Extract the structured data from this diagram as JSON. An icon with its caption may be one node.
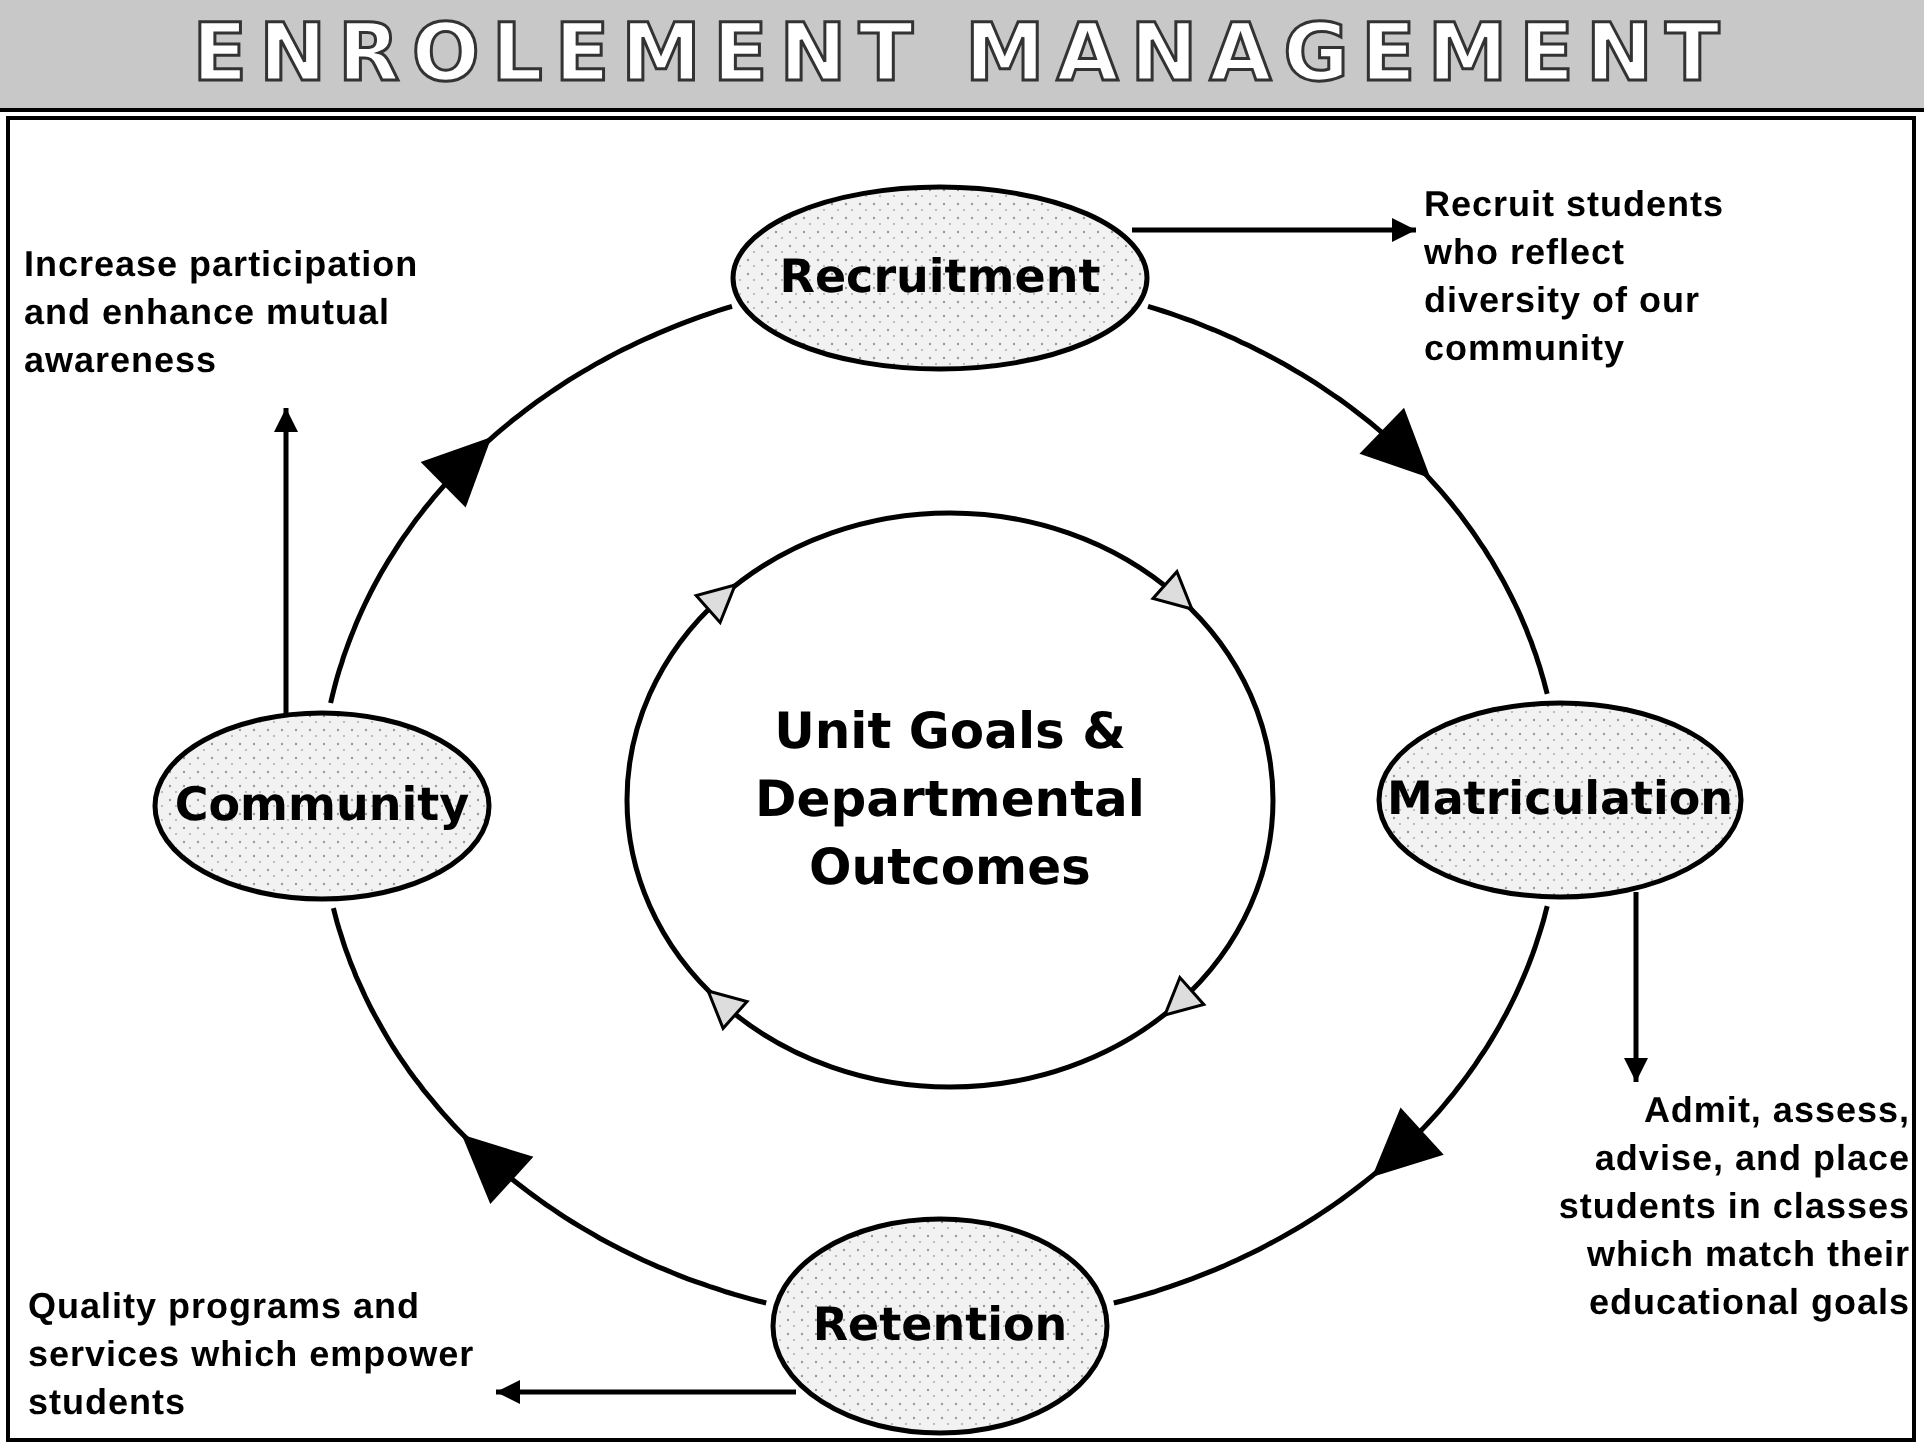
{
  "diagram": {
    "title": "ENROLEMENT MANAGEMENT",
    "nodes": [
      {
        "text": [
          "Recruitment"
        ]
      },
      {
        "text": [
          "Matriculation"
        ]
      },
      {
        "text": [
          "Retention"
        ]
      },
      {
        "text": [
          "Community"
        ]
      },
      {
        "text": [
          "Unit Goals & Departmental Outcomes"
        ]
      },
      {
        "text": [
          "Recruit students who reflect diversity of our community"
        ]
      },
      {
        "text": [
          "Admit, assess, advise, and place students in classes which match their educational goals"
        ]
      },
      {
        "text": [
          "Quality programs and services which empower students"
        ]
      },
      {
        "text": [
          "Increase participation and enhance mutual awareness"
        ]
      }
    ],
    "edges": [
      {
        "from": 0,
        "to": 1,
        "arrow": "to"
      },
      {
        "from": 1,
        "to": 2,
        "arrow": "to"
      },
      {
        "from": 2,
        "to": 3,
        "arrow": "to"
      },
      {
        "from": 3,
        "to": 0,
        "arrow": "to"
      },
      {
        "from": 0,
        "to": 5,
        "arrow": "to"
      },
      {
        "from": 1,
        "to": 6,
        "arrow": "to"
      },
      {
        "from": 2,
        "to": 7,
        "arrow": "to"
      },
      {
        "from": 3,
        "to": 8,
        "arrow": "to"
      }
    ]
  }
}
